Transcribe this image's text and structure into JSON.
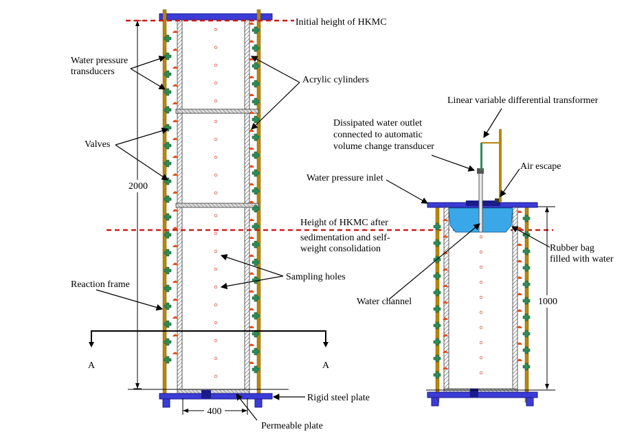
{
  "labels": {
    "initial_height": "Initial height of HKMC",
    "water_pressure_transducers_1": "Water pressure",
    "water_pressure_transducers_2": "transducers",
    "acrylic_cylinders": "Acrylic cylinders",
    "valves": "Valves",
    "height_2000": "2000",
    "height_after_1": "Height of HKMC after",
    "height_after_2": "sedimentation and self-",
    "height_after_3": "weight consolidation",
    "sampling_holes": "Sampling holes",
    "reaction_frame": "Reaction frame",
    "section_a_left": "A",
    "section_a_right": "A",
    "rigid_steel_plate": "Rigid steel plate",
    "width_400": "400",
    "permeable_plate": "Permeable plate",
    "lvdt": "Linear variable differential transformer",
    "dissipated_1": "Dissipated water outlet",
    "dissipated_2": "connected to automatic",
    "dissipated_3": "volume change transducer",
    "air_escape": "Air escape",
    "water_pressure_inlet": "Water pressure inlet",
    "rubber_bag_1": "Rubber bag",
    "rubber_bag_2": "filled with water",
    "water_channel": "Water channel",
    "height_1000": "1000"
  },
  "colors": {
    "frame": "#b8860b",
    "plate": "#3b3bd6",
    "plate_dark": "#1a1a8a",
    "transducer": "#2e8b57",
    "valve": "#e05020",
    "dashed_line": "#cc1a1a",
    "rubber_bag": "#3aa8e8",
    "hole": "#d06040"
  }
}
